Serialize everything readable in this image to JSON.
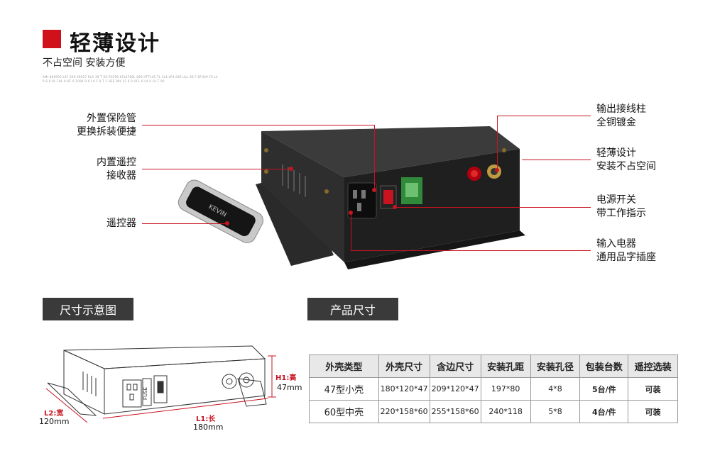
{
  "header": {
    "title": "轻薄设计",
    "subtitle": "不占空间 安装方便",
    "fine_print": "AMI 869093 L4F 009 09017 ELA 39 T 09 PGF99 01L4F09L 669 HTTL4S TL 1L4 LP4 009 ULL 66 F 6FH49 F0 L4 P 8 0 0L FHL 0 HF 0 1094 9 0 L4 1 0 T 1 HEE 90L LF 0 0 UCL 0 L4 0 L0 T 00"
  },
  "callouts": {
    "fuse": [
      "外置保险管",
      "更换拆装便捷"
    ],
    "receiver": [
      "内置遥控",
      "接收器"
    ],
    "remote": [
      "遥控器"
    ],
    "output": [
      "输出接线柱",
      "全铜镀金"
    ],
    "slim": [
      "轻薄设计",
      "安装不占空间"
    ],
    "power": [
      "电源开关",
      "带工作指示"
    ],
    "input": [
      "输入电器",
      "通用品字插座"
    ]
  },
  "sections": {
    "dimension_diagram": "尺寸示意图",
    "product_size": "产品尺寸"
  },
  "diagram": {
    "fuse_label": "FUSE",
    "height_label": "H1:高",
    "height_value": "47mm",
    "length_label": "L1:长",
    "length_value": "180mm",
    "width_label": "L2:宽",
    "width_value": "120mm"
  },
  "remote_brand": "KEVIN",
  "table": {
    "headers": [
      "外壳类型",
      "外壳尺寸",
      "含边尺寸",
      "安装孔距",
      "安装孔径",
      "包装台数",
      "遥控选装"
    ],
    "rows": [
      [
        "47型小壳",
        "180*120*47",
        "209*120*47",
        "197*80",
        "4*8",
        "5台/件",
        "可装"
      ],
      [
        "60型中壳",
        "220*158*60",
        "255*158*60",
        "240*118",
        "5*8",
        "4台/件",
        "可装"
      ]
    ]
  },
  "colors": {
    "accent": "#d0101a",
    "label_bg": "#3a3a3a"
  }
}
